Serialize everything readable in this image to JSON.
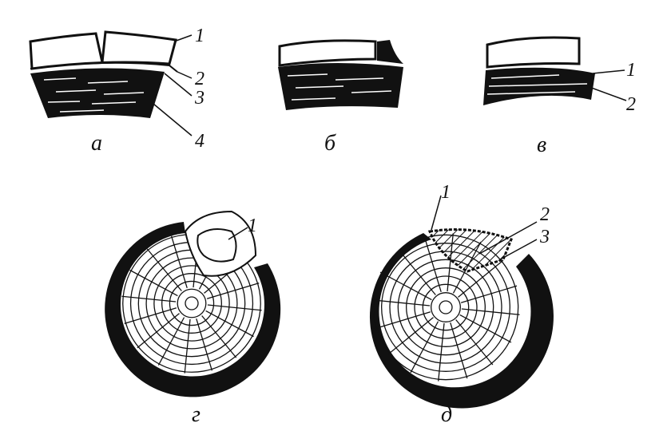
{
  "panels": {
    "a": {
      "caption": "а",
      "labels": [
        "1",
        "2",
        "3",
        "4"
      ]
    },
    "b": {
      "caption": "б"
    },
    "v": {
      "caption": "в",
      "labels": [
        "1",
        "2"
      ]
    },
    "g": {
      "caption": "г",
      "labels": [
        "1"
      ]
    },
    "d": {
      "caption": "д",
      "labels": [
        "1",
        "2",
        "3"
      ]
    }
  },
  "colors": {
    "ink": "#111111",
    "paper": "#ffffff"
  }
}
